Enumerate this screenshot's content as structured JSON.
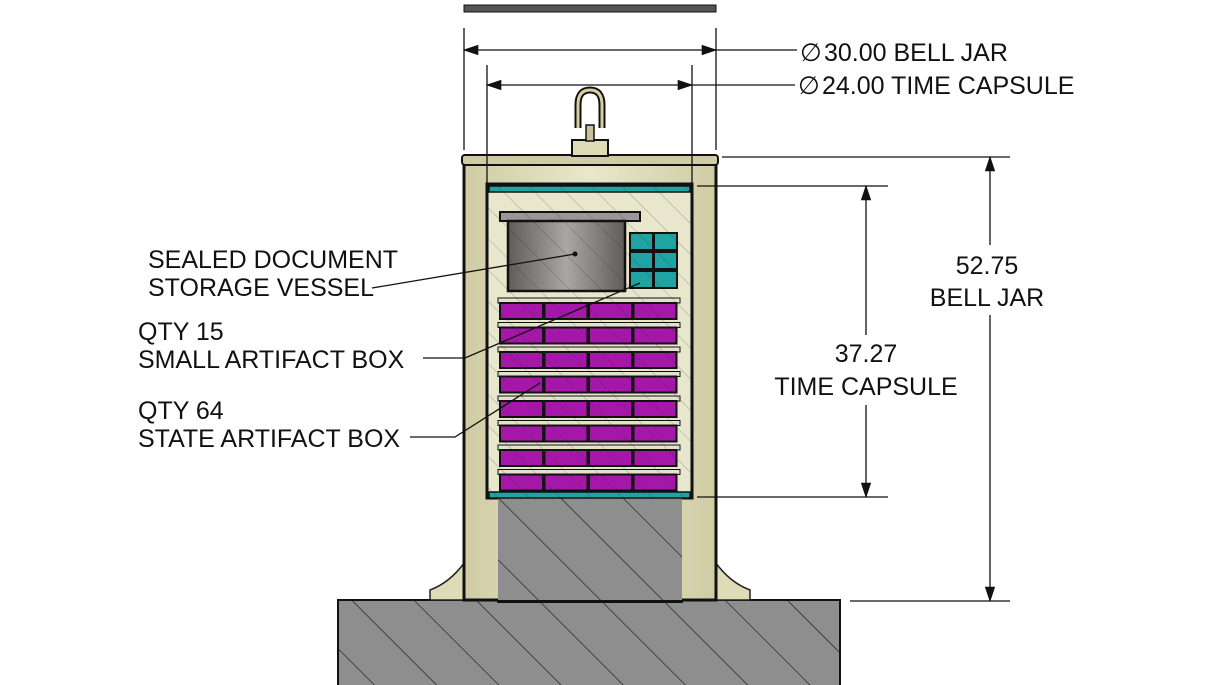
{
  "dimensions": {
    "bell_jar_diameter": {
      "symbol": "∅",
      "text": "30.00 BELL JAR"
    },
    "capsule_diameter": {
      "symbol": "∅",
      "text": "24.00 TIME CAPSULE"
    },
    "bell_jar_height": {
      "value": "52.75",
      "label": "BELL JAR"
    },
    "capsule_height": {
      "value": "37.27",
      "label": "TIME CAPSULE"
    }
  },
  "callouts": {
    "vessel": {
      "line1": "SEALED DOCUMENT",
      "line2": "STORAGE VESSEL"
    },
    "small_box": {
      "line1": "QTY 15",
      "line2": "SMALL ARTIFACT BOX"
    },
    "state_box": {
      "line1": "QTY 64",
      "line2": "STATE ARTIFACT BOX"
    }
  },
  "colors": {
    "jar": "#dedbb6",
    "interior": "#e8e6cc",
    "teal": "#1fa3a3",
    "magenta": "#a417a8",
    "concrete": "#8e8e8e",
    "vessel": "#7a7876"
  }
}
